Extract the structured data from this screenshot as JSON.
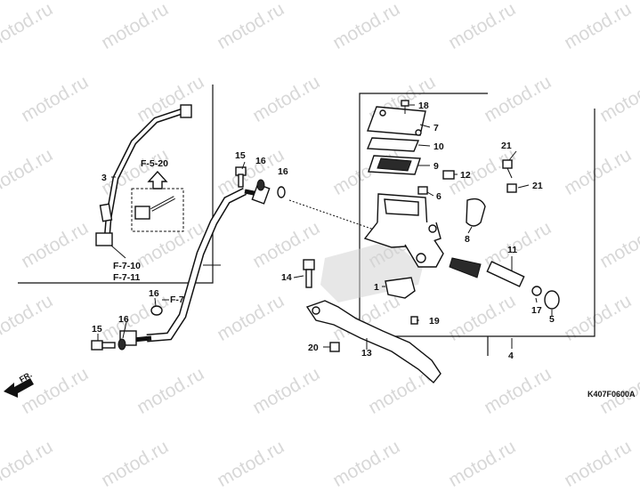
{
  "diagram": {
    "watermark_text": "motod.ru",
    "parts": {
      "p1": "1",
      "p3": "3",
      "p4": "4",
      "p5": "5",
      "p6": "6",
      "p7": "7",
      "p8": "8",
      "p9": "9",
      "p10": "10",
      "p11": "11",
      "p12": "12",
      "p13": "13",
      "p14": "14",
      "p15_top": "15",
      "p15_bottom": "15",
      "p16_a": "16",
      "p16_b": "16",
      "p16_c": "16",
      "p16_d": "16",
      "p17": "17",
      "p18": "18",
      "p19": "19",
      "p20": "20",
      "p21_a": "21",
      "p21_b": "21"
    },
    "refs": {
      "f5_20": "F-5-20",
      "f7_10": "F-7-10",
      "f7_11": "F-7-11",
      "f7": "F-7"
    },
    "direction": "FR.",
    "drawing_code": "K407F0600A"
  }
}
